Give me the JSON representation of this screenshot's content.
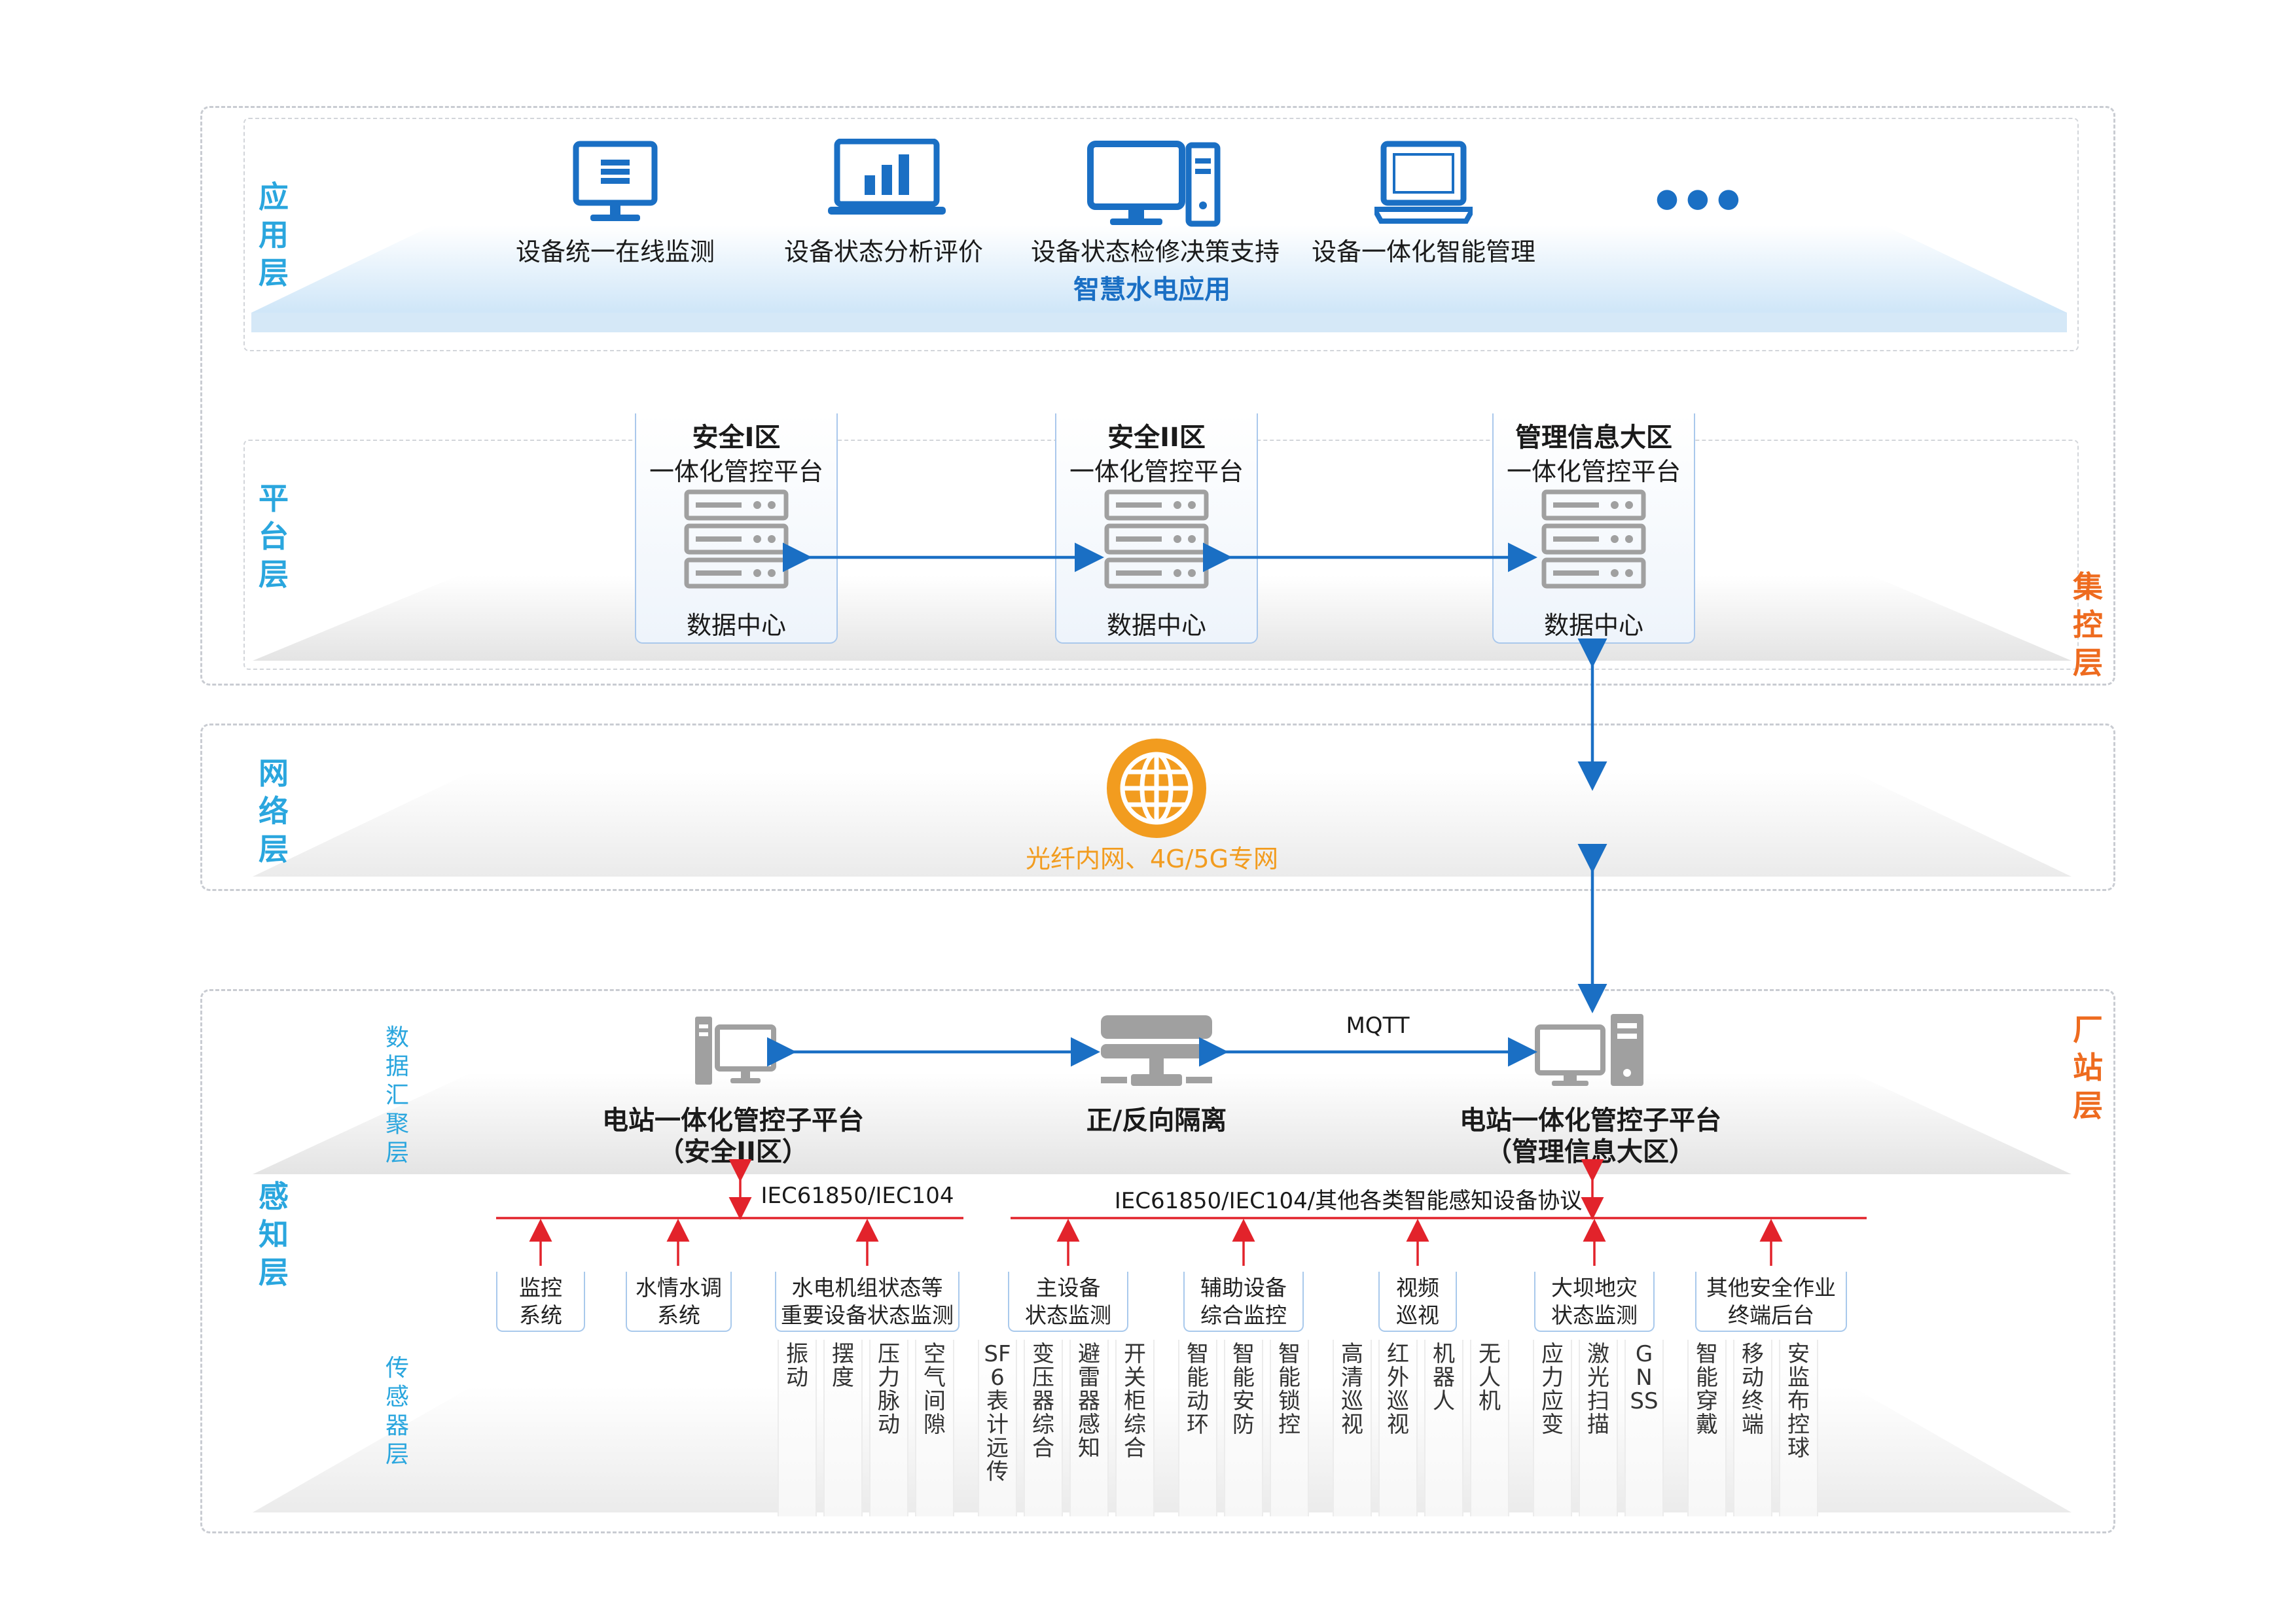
{
  "layers": {
    "application": "应用层",
    "platform": "平台层",
    "network": "网络层",
    "perception": "感知层",
    "data_aggregation": "数据汇聚层",
    "sensor": "传感器层",
    "central_control": "集控层",
    "plant_station": "厂站层"
  },
  "application": {
    "items": [
      {
        "label": "设备统一在线监测",
        "icon": "monitor-server-icon"
      },
      {
        "label": "设备状态分析评价",
        "icon": "bar-chart-laptop-icon"
      },
      {
        "label": "设备状态检修决策支持",
        "icon": "desktop-computer-icon"
      },
      {
        "label": "设备一体化智能管理",
        "icon": "laptop-icon"
      }
    ],
    "more": "●●●",
    "banner": "智慧水电应用"
  },
  "platform": {
    "centers": [
      {
        "title": "安全I区",
        "subtitle": "一体化管控平台",
        "label": "数据中心"
      },
      {
        "title": "安全II区",
        "subtitle": "一体化管控平台",
        "label": "数据中心"
      },
      {
        "title": "管理信息大区",
        "subtitle": "一体化管控平台",
        "label": "数据中心"
      }
    ]
  },
  "network": {
    "label": "光纤内网、4G/5G专网",
    "icon": "globe-icon",
    "color": "#f29c1f"
  },
  "aggregation": {
    "left_title": "电站一体化管控子平台",
    "left_sub": "（安全II区）",
    "mid_title": "正/反向隔离",
    "right_title": "电站一体化管控子平台",
    "right_sub": "（管理信息大区）",
    "mqtt": "MQTT"
  },
  "protocols": {
    "left": "IEC61850/IEC104",
    "right": "IEC61850/IEC104/其他各类智能感知设备协议"
  },
  "sources": [
    {
      "line1": "监控",
      "line2": "系统"
    },
    {
      "line1": "水情水调",
      "line2": "系统"
    },
    {
      "line1": "水电机组状态等",
      "line2": "重要设备状态监测"
    },
    {
      "line1": "主设备",
      "line2": "状态监测"
    },
    {
      "line1": "辅助设备",
      "line2": "综合监控"
    },
    {
      "line1": "视频",
      "line2": "巡视"
    },
    {
      "line1": "大坝地灾",
      "line2": "状态监测"
    },
    {
      "line1": "其他安全作业",
      "line2": "终端后台"
    }
  ],
  "sensors": [
    "振动",
    "摆度",
    "压力脉动",
    "空气间隙",
    "SF6表计远传",
    "变压器综合",
    "避雷器感知",
    "开关柜综合",
    "智能动环",
    "智能安防",
    "智能锁控",
    "高清巡视",
    "红外巡视",
    "机器人",
    "无人机",
    "应力应变",
    "激光扫描",
    "GNSS",
    "智能穿戴",
    "移动终端",
    "安监布控球"
  ],
  "colors": {
    "layer_blue": "#2aa6de",
    "layer_orange": "#ee6b1f",
    "icon_blue": "#1a6fc4",
    "arrow_blue": "#1a6fc4",
    "server_gray": "#a0a0a0",
    "bus_red": "#e2232b"
  }
}
